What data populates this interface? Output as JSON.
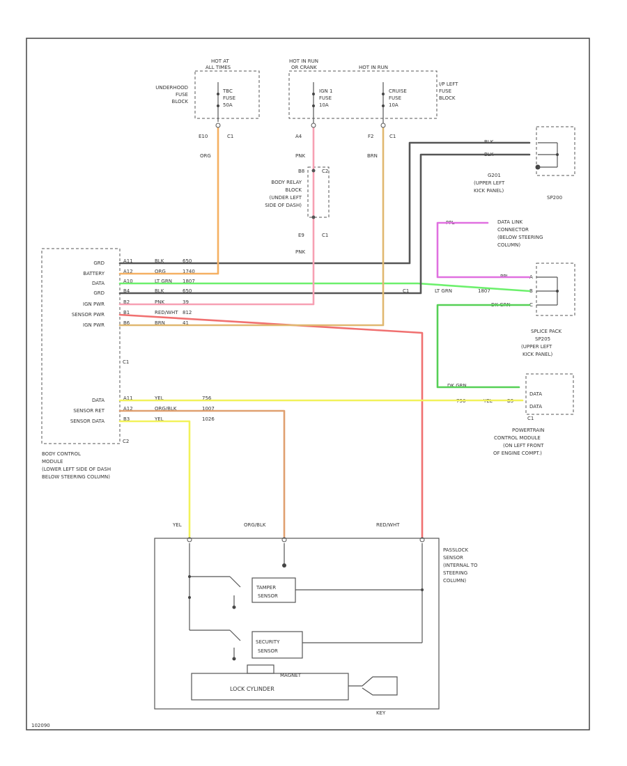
{
  "colors": {
    "blk": "#555555",
    "org": "#f5b062",
    "pnk": "#f7a0b3",
    "brn": "#e0b870",
    "ltgrn": "#6cf06c",
    "red": "#f07070",
    "yel": "#f2f25a",
    "orgblk": "#e0a070",
    "ppl": "#e070e0",
    "dkgrn": "#55d055"
  },
  "fuses": {
    "underhood_label": [
      "UNDERHOOD",
      "FUSE",
      "BLOCK"
    ],
    "hot_all_times": [
      "HOT AT",
      "ALL TIMES"
    ],
    "tbc_fuse": [
      "TBC",
      "FUSE",
      "50A"
    ],
    "hot_run_crank": [
      "HOT IN RUN",
      "OR CRANK"
    ],
    "hot_run": "HOT IN RUN",
    "ign1_fuse": [
      "IGN 1",
      "FUSE",
      "10A"
    ],
    "cruise_fuse": [
      "CRUISE",
      "FUSE",
      "10A"
    ],
    "ip_left_label": [
      "I/P LEFT",
      "FUSE",
      "BLOCK"
    ],
    "conn_e10": "E10",
    "conn_c1a": "C1",
    "conn_a4": "A4",
    "conn_f2": "F2",
    "conn_c1b": "C1"
  },
  "wire_labels": {
    "org": "ORG",
    "pnk": "PNK",
    "brn": "BRN",
    "blk1": "BLK",
    "blk2": "BLK",
    "ppl": "PPL",
    "ppl2": "PPL",
    "yel_pcm": "YEL",
    "yel_sensor": "YEL",
    "orgblk_sensor": "ORG/BLK",
    "redwht_sensor": "RED/WHT",
    "pnk_lower": "PNK"
  },
  "body_relay": {
    "label": [
      "BODY RELAY",
      "BLOCK",
      "(UNDER LEFT",
      "SIDE OF DASH)"
    ],
    "pin_b8": "B8",
    "pin_c2": "C2",
    "pin_e9": "E9",
    "pin_c1": "C1"
  },
  "g201": {
    "label": [
      "G201",
      "(UPPER LEFT",
      "KICK PANEL)"
    ],
    "sp": "SP200"
  },
  "dlc": {
    "label": [
      "DATA LINK",
      "CONNECTOR",
      "(BELOW STEERING",
      "COLUMN)"
    ]
  },
  "splice": {
    "label": [
      "SPLICE PACK",
      "SP205",
      "(UPPER LEFT",
      "KICK PANEL)"
    ],
    "c1": "C1",
    "pin_a": "A",
    "pin_b": "B",
    "pin_c": "C"
  },
  "bcm": {
    "pins": [
      "GRD",
      "BATTERY",
      "DATA",
      "GRD",
      "IGN PWR",
      "SENSOR PWR",
      "IGN PWR"
    ],
    "pins2": [
      "DATA",
      "SENSOR RET",
      "SENSOR DATA"
    ],
    "c1": "C1",
    "c2": "C2",
    "label": [
      "BODY CONTROL",
      "MODULE",
      "(LOWER LEFT SIDE OF DASH",
      "BELOW STEERING COLUMN)"
    ],
    "rows": [
      {
        "pin": "A11",
        "color": "BLK",
        "circ": "650"
      },
      {
        "pin": "A12",
        "color": "ORG",
        "circ": "1740"
      },
      {
        "pin": "A10",
        "color": "LT GRN",
        "circ": "1807"
      },
      {
        "pin": "B4",
        "color": "BLK",
        "circ": "650"
      },
      {
        "pin": "B2",
        "color": "PNK",
        "circ": "39"
      },
      {
        "pin": "B1",
        "color": "RED/WHT",
        "circ": "812"
      },
      {
        "pin": "B6",
        "color": "BRN",
        "circ": "41"
      }
    ],
    "rows2": [
      {
        "pin": "A11",
        "color": "YEL",
        "circ": "756"
      },
      {
        "pin": "A12",
        "color": "ORG/BLK",
        "circ": "1007"
      },
      {
        "pin": "B3",
        "color": "YEL",
        "circ": "1026"
      }
    ],
    "c1_mid": "C1",
    "dkgrn_label": "DK GRN",
    "lt_grn_right": "LT GRN",
    "circ_1807": "1807",
    "circ_1026": "1026",
    "circ_756": "756"
  },
  "pcm": {
    "label": [
      "POWERTRAIN",
      "CONTROL MODULE",
      "(ON LEFT FRONT",
      "OF ENGINE COMPT.)"
    ],
    "data1": "DATA",
    "data2": "DATA",
    "c1": "C1",
    "circ": "756",
    "pin": "B5"
  },
  "passlock": {
    "label": [
      "PASSLOCK",
      "SENSOR",
      "(INTERNAL TO",
      "STEERING",
      "COLUMN)"
    ],
    "tamper": [
      "TAMPER",
      "SENSOR"
    ],
    "security": [
      "SECURITY",
      "SENSOR"
    ],
    "magnet": "MAGNET",
    "lock_cylinder": "LOCK CYLINDER",
    "key": "KEY"
  },
  "footer_code": "102090"
}
